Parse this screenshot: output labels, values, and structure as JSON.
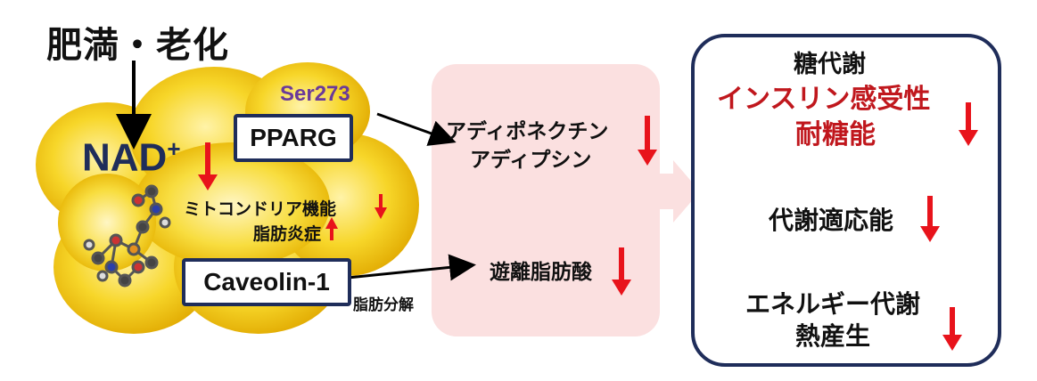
{
  "trigger": {
    "label": "肥満・老化"
  },
  "cell": {
    "nad": {
      "label": "NAD",
      "sup": "+"
    },
    "ser": "Ser273",
    "pparg": "PPARG",
    "mito": "ミトコンドリア機能",
    "inflam": "脂肪炎症",
    "caveolin": "Caveolin-1",
    "lipolysis": "脂肪分解"
  },
  "middle": {
    "adipo1": "アディポネクチン",
    "adipo2": "アディプシン",
    "ffa": "遊離脂肪酸"
  },
  "right": {
    "title": "糖代謝",
    "insulin": "インスリン感受性",
    "glucose_tol": "耐糖能",
    "adaptation": "代謝適応能",
    "energy": "エネルギー代謝",
    "thermo": "熱産生"
  },
  "colors": {
    "fat": "#f5cf1e",
    "navy": "#1f2d5a",
    "red": "#e8131b",
    "purple": "#6a3a9a",
    "darkred": "#c0171d",
    "pink": "#fbe0e0"
  }
}
